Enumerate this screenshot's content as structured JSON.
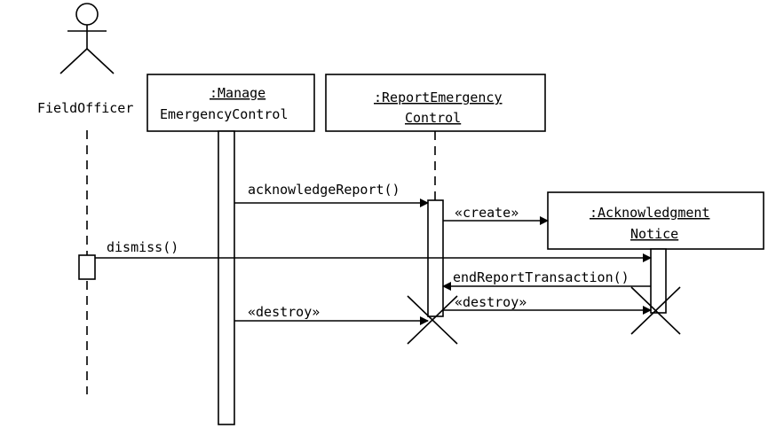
{
  "actor": {
    "name": "FieldOfficer"
  },
  "objects": {
    "manage": {
      "line1": ":Manage",
      "line2": "EmergencyControl"
    },
    "report": {
      "line1": ":ReportEmergency",
      "line2": "Control"
    },
    "notice": {
      "line1": ":Acknowledgment",
      "line2": "Notice"
    }
  },
  "messages": {
    "acknowledge": "acknowledgeReport()",
    "create": "«create»",
    "dismiss": "dismiss()",
    "end_transaction": "endReportTransaction()",
    "destroy_notice": "«destroy»",
    "destroy_report": "«destroy»"
  }
}
